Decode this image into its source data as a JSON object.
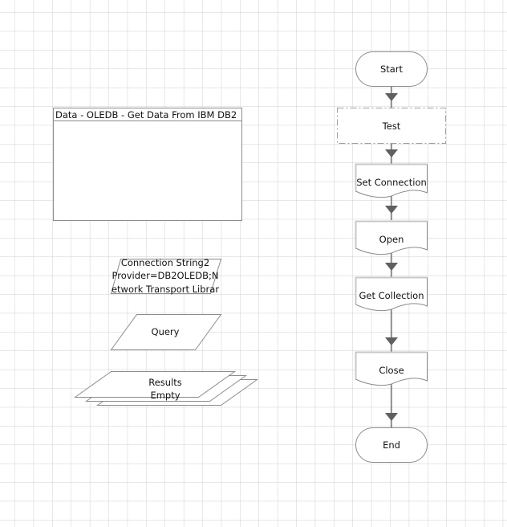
{
  "canvas": {
    "grid_color": "#d0d0d0",
    "shape_stroke": "#8c8c8c",
    "connector_color": "#606060"
  },
  "group_box": {
    "title": "Data - OLEDB - Get Data From IBM DB2"
  },
  "data_items": {
    "connection": {
      "line1": "Connection String2",
      "line2": "Provider=DB2OLEDB;N",
      "line3": "etwork Transport Librar"
    },
    "query": {
      "label": "Query"
    },
    "results": {
      "line1": "Results",
      "line2": "Empty"
    }
  },
  "flow": {
    "start": "Start",
    "test": "Test",
    "set_connection": "Set Connection",
    "open": "Open",
    "get_collection": "Get Collection",
    "close": "Close",
    "end": "End"
  }
}
